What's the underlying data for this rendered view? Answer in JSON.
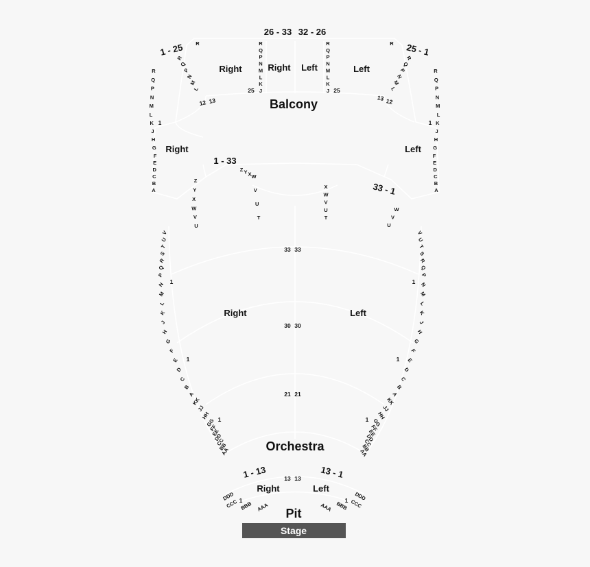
{
  "sections": {
    "balcony": "Balcony",
    "orchestra": "Orchestra",
    "pit": "Pit",
    "stage": "Stage",
    "right": "Right",
    "left": "Left"
  },
  "ranges": {
    "balcony_center_left": "26 - 33",
    "balcony_center_right": "32 - 26",
    "balcony_side_left": "1 - 25",
    "balcony_side_right": "25 - 1",
    "balcony_lower_left": "1 - 33",
    "balcony_lower_right": "33 - 1",
    "pit_left": "1 - 13",
    "pit_right": "13 - 1"
  },
  "seat_numbers": {
    "n25": "25",
    "n12": "12",
    "n13": "13",
    "n1": "1",
    "n33": "33",
    "n30": "30",
    "n21": "21"
  },
  "rows": {
    "balcony_center": [
      "R",
      "Q",
      "P",
      "N",
      "M",
      "L",
      "K",
      "J"
    ],
    "balcony_side": [
      "R",
      "Q",
      "P",
      "N",
      "M",
      "L"
    ],
    "balcony_side_r": [
      "R"
    ],
    "balcony_outer": [
      "R",
      "Q",
      "P",
      "N",
      "M",
      "L",
      "K",
      "J",
      "H",
      "G",
      "F",
      "E",
      "D",
      "C",
      "B",
      "A"
    ],
    "balcony_lower_left": [
      "Z",
      "Y",
      "X",
      "W",
      "V",
      "U"
    ],
    "balcony_lower_center_left": [
      "Z",
      "Y",
      "X",
      "W",
      "V",
      "U",
      "T"
    ],
    "balcony_lower_center_right": [
      "X",
      "W",
      "V",
      "U",
      "T"
    ],
    "balcony_lower_right": [
      "W",
      "V",
      "U"
    ],
    "orchestra_side": [
      "V",
      "U",
      "T",
      "S",
      "R",
      "Q",
      "P",
      "N",
      "M",
      "L",
      "K",
      "J",
      "H",
      "G",
      "F",
      "E",
      "D",
      "C",
      "B",
      "A",
      "KK",
      "JJ",
      "HH",
      "GG",
      "FF",
      "EE",
      "DD",
      "CC",
      "BB",
      "AA"
    ],
    "pit_rows": [
      "DDD",
      "CCC",
      "BBB",
      "AAA"
    ]
  }
}
